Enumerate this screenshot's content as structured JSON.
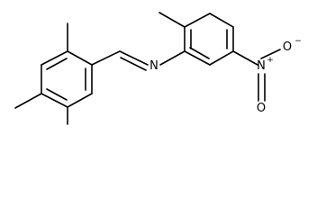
{
  "molecule": {
    "atoms": {
      "imine_n": "N",
      "nitro_n": "N",
      "nitro_o_single": "O",
      "nitro_o_double": "O",
      "nitro_n_charge": "+",
      "nitro_o_charge": "−"
    }
  }
}
